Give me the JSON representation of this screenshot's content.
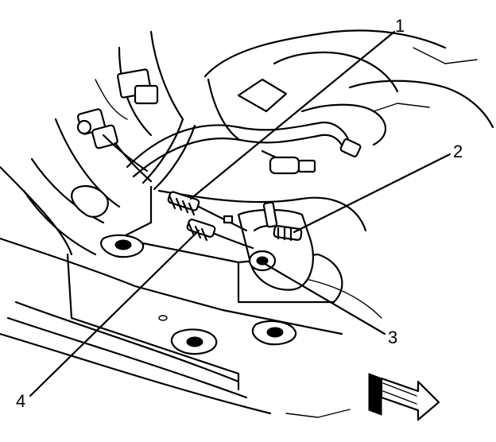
{
  "callouts": [
    {
      "label": "1"
    },
    {
      "label": "2"
    },
    {
      "label": "3"
    },
    {
      "label": "4"
    }
  ],
  "icons": {
    "direction_arrow": "front-direction-arrow-icon"
  },
  "colors": {
    "line": "#000000",
    "background": "#ffffff"
  }
}
